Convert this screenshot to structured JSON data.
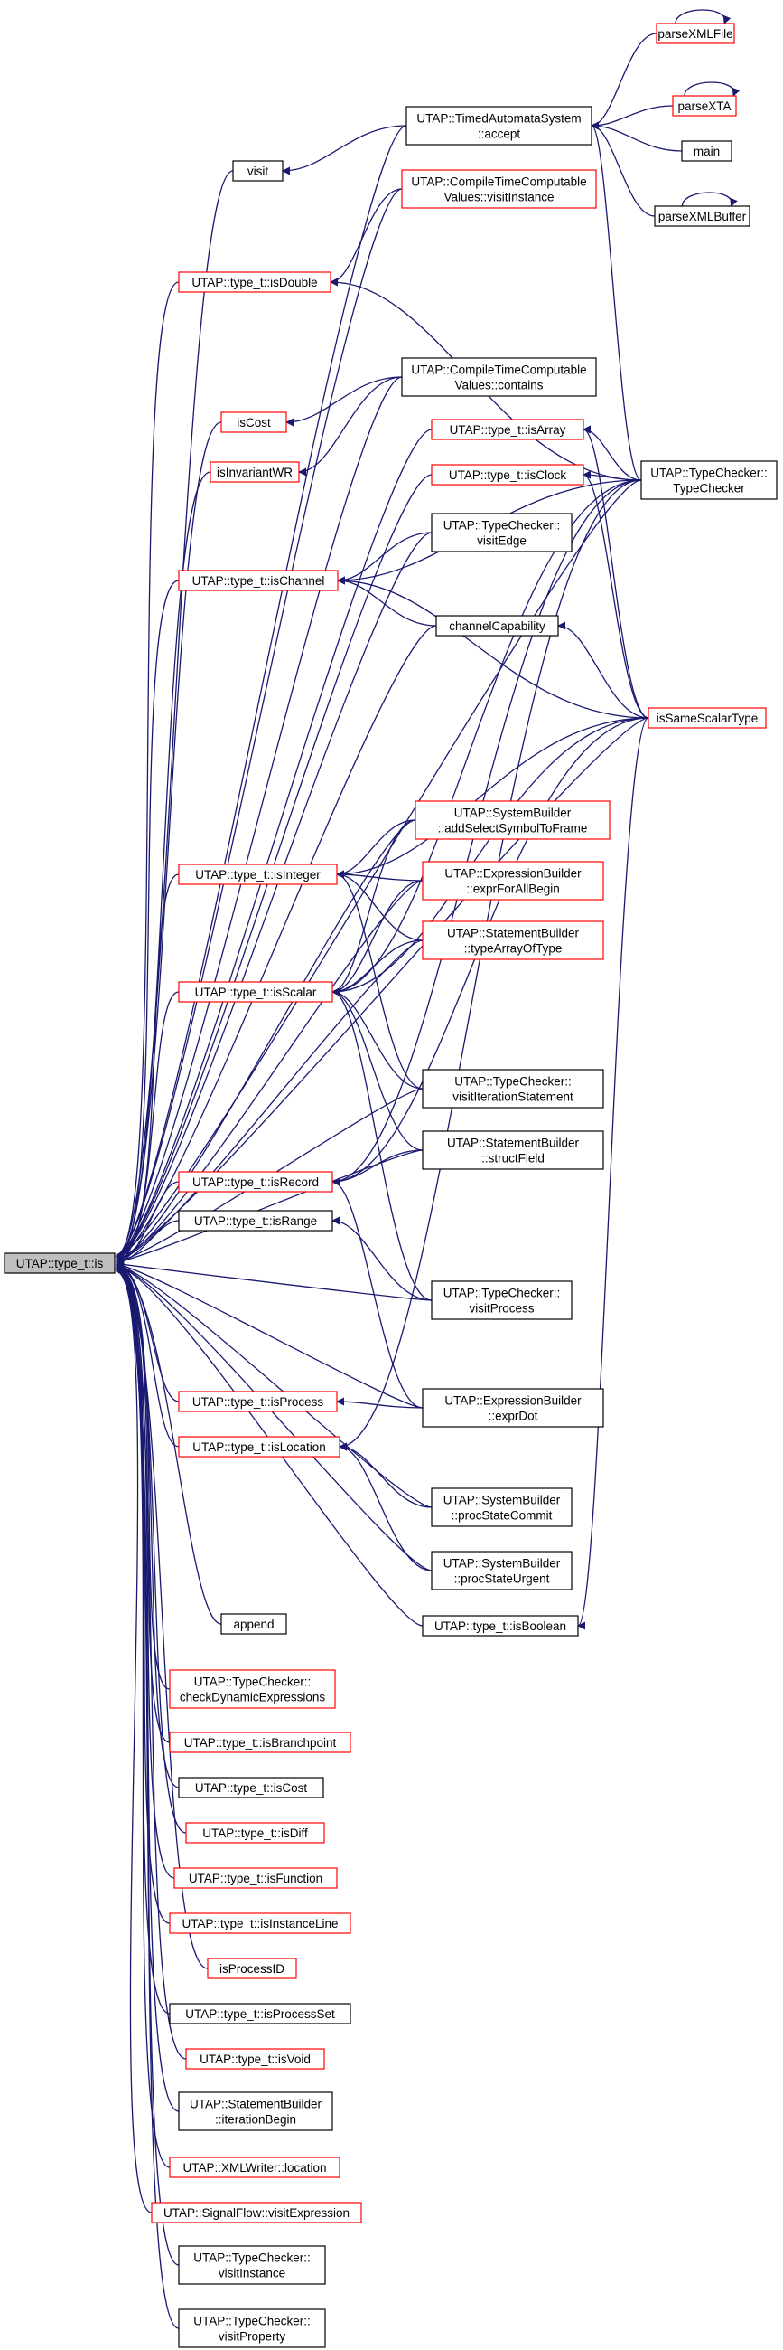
{
  "colors": {
    "edge": "#191970",
    "border_black": "#000000",
    "border_red": "#ff0000",
    "focus_fill": "#bfbfbf",
    "node_fill": "#ffffff"
  },
  "nodes": [
    {
      "id": "is",
      "lines": [
        "UTAP::type_t::is"
      ],
      "border": "black",
      "focus": true
    },
    {
      "id": "visit",
      "lines": [
        "visit"
      ],
      "border": "black"
    },
    {
      "id": "accept",
      "lines": [
        "UTAP::TimedAutomataSystem",
        "::accept"
      ],
      "border": "black"
    },
    {
      "id": "parseXMLFile",
      "lines": [
        "parseXMLFile"
      ],
      "border": "red"
    },
    {
      "id": "parseXTA",
      "lines": [
        "parseXTA"
      ],
      "border": "red"
    },
    {
      "id": "main",
      "lines": [
        "main"
      ],
      "border": "black"
    },
    {
      "id": "parseXMLBuffer",
      "lines": [
        "parseXMLBuffer"
      ],
      "border": "black"
    },
    {
      "id": "visitInstanceCTC",
      "lines": [
        "UTAP::CompileTimeComputable",
        "Values::visitInstance"
      ],
      "border": "red"
    },
    {
      "id": "isDouble",
      "lines": [
        "UTAP::type_t::isDouble"
      ],
      "border": "red"
    },
    {
      "id": "ctcContains",
      "lines": [
        "UTAP::CompileTimeComputable",
        "Values::contains"
      ],
      "border": "black"
    },
    {
      "id": "isCost",
      "lines": [
        "isCost"
      ],
      "border": "red"
    },
    {
      "id": "isInvariantWR",
      "lines": [
        "isInvariantWR"
      ],
      "border": "red"
    },
    {
      "id": "isArray",
      "lines": [
        "UTAP::type_t::isArray"
      ],
      "border": "red"
    },
    {
      "id": "tcTypeChecker",
      "lines": [
        "UTAP::TypeChecker::",
        "TypeChecker"
      ],
      "border": "black"
    },
    {
      "id": "isClock",
      "lines": [
        "UTAP::type_t::isClock"
      ],
      "border": "red"
    },
    {
      "id": "visitEdge",
      "lines": [
        "UTAP::TypeChecker::",
        "visitEdge"
      ],
      "border": "black"
    },
    {
      "id": "isChannel",
      "lines": [
        "UTAP::type_t::isChannel"
      ],
      "border": "red"
    },
    {
      "id": "channelCapability",
      "lines": [
        "channelCapability"
      ],
      "border": "black"
    },
    {
      "id": "isSameScalarType",
      "lines": [
        "isSameScalarType"
      ],
      "border": "red"
    },
    {
      "id": "addSelect",
      "lines": [
        "UTAP::SystemBuilder",
        "::addSelectSymbolToFrame"
      ],
      "border": "red"
    },
    {
      "id": "isInteger",
      "lines": [
        "UTAP::type_t::isInteger"
      ],
      "border": "red"
    },
    {
      "id": "exprForAllBegin",
      "lines": [
        "UTAP::ExpressionBuilder",
        "::exprForAllBegin"
      ],
      "border": "red"
    },
    {
      "id": "typeArrayOfType",
      "lines": [
        "UTAP::StatementBuilder",
        "::typeArrayOfType"
      ],
      "border": "red"
    },
    {
      "id": "isScalar",
      "lines": [
        "UTAP::type_t::isScalar"
      ],
      "border": "red"
    },
    {
      "id": "visitIterationStatement",
      "lines": [
        "UTAP::TypeChecker::",
        "visitIterationStatement"
      ],
      "border": "black"
    },
    {
      "id": "structField",
      "lines": [
        "UTAP::StatementBuilder",
        "::structField"
      ],
      "border": "black"
    },
    {
      "id": "isRecord",
      "lines": [
        "UTAP::type_t::isRecord"
      ],
      "border": "red"
    },
    {
      "id": "isRange",
      "lines": [
        "UTAP::type_t::isRange"
      ],
      "border": "black"
    },
    {
      "id": "visitProcess",
      "lines": [
        "UTAP::TypeChecker::",
        "visitProcess"
      ],
      "border": "black"
    },
    {
      "id": "isProcess",
      "lines": [
        "UTAP::type_t::isProcess"
      ],
      "border": "red"
    },
    {
      "id": "exprDot",
      "lines": [
        "UTAP::ExpressionBuilder",
        "::exprDot"
      ],
      "border": "black"
    },
    {
      "id": "isLocation",
      "lines": [
        "UTAP::type_t::isLocation"
      ],
      "border": "red"
    },
    {
      "id": "procStateCommit",
      "lines": [
        "UTAP::SystemBuilder",
        "::procStateCommit"
      ],
      "border": "black"
    },
    {
      "id": "procStateUrgent",
      "lines": [
        "UTAP::SystemBuilder",
        "::procStateUrgent"
      ],
      "border": "black"
    },
    {
      "id": "append",
      "lines": [
        "append"
      ],
      "border": "black"
    },
    {
      "id": "isBoolean",
      "lines": [
        "UTAP::type_t::isBoolean"
      ],
      "border": "black"
    },
    {
      "id": "checkDynamicExpressions",
      "lines": [
        "UTAP::TypeChecker::",
        "checkDynamicExpressions"
      ],
      "border": "red"
    },
    {
      "id": "isBranchpoint",
      "lines": [
        "UTAP::type_t::isBranchpoint"
      ],
      "border": "red"
    },
    {
      "id": "isCostT",
      "lines": [
        "UTAP::type_t::isCost"
      ],
      "border": "black"
    },
    {
      "id": "isDiff",
      "lines": [
        "UTAP::type_t::isDiff"
      ],
      "border": "red"
    },
    {
      "id": "isFunction",
      "lines": [
        "UTAP::type_t::isFunction"
      ],
      "border": "red"
    },
    {
      "id": "isInstanceLine",
      "lines": [
        "UTAP::type_t::isInstanceLine"
      ],
      "border": "red"
    },
    {
      "id": "isProcessID",
      "lines": [
        "isProcessID"
      ],
      "border": "red"
    },
    {
      "id": "isProcessSet",
      "lines": [
        "UTAP::type_t::isProcessSet"
      ],
      "border": "black"
    },
    {
      "id": "isVoid",
      "lines": [
        "UTAP::type_t::isVoid"
      ],
      "border": "red"
    },
    {
      "id": "iterationBegin",
      "lines": [
        "UTAP::StatementBuilder",
        "::iterationBegin"
      ],
      "border": "black"
    },
    {
      "id": "xmlLocation",
      "lines": [
        "UTAP::XMLWriter::location"
      ],
      "border": "red"
    },
    {
      "id": "visitExpression",
      "lines": [
        "UTAP::SignalFlow::visitExpression"
      ],
      "border": "red"
    },
    {
      "id": "visitInstanceTC",
      "lines": [
        "UTAP::TypeChecker::",
        "visitInstance"
      ],
      "border": "black"
    },
    {
      "id": "visitProperty",
      "lines": [
        "UTAP::TypeChecker::",
        "visitProperty"
      ],
      "border": "black"
    }
  ]
}
